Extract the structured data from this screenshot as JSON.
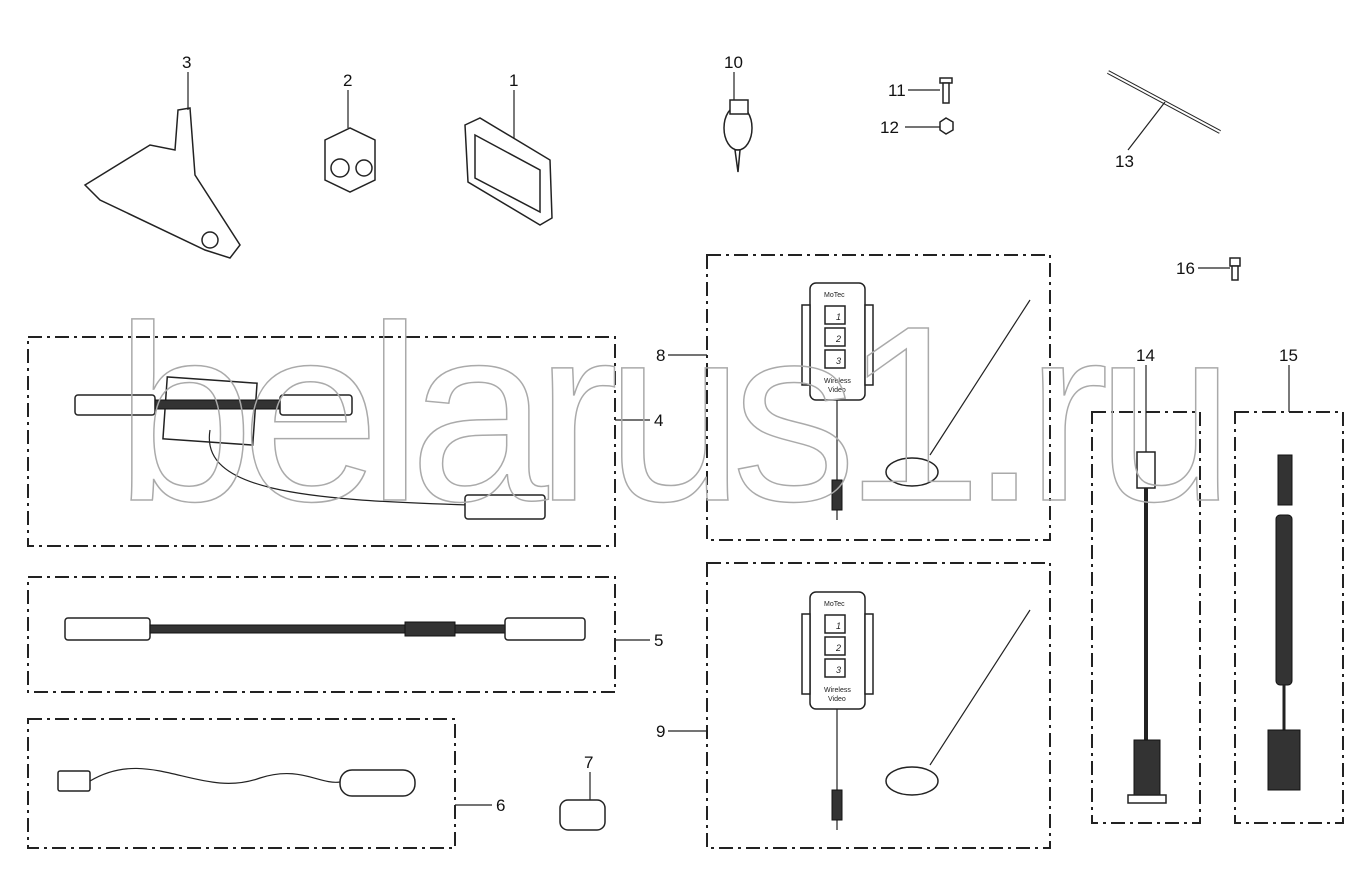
{
  "watermark": "belarus1.ru",
  "callouts": {
    "c1": "1",
    "c2": "2",
    "c3": "3",
    "c4": "4",
    "c5": "5",
    "c6": "6",
    "c7": "7",
    "c8": "8",
    "c9": "9",
    "c10": "10",
    "c11": "11",
    "c12": "12",
    "c13": "13",
    "c14": "14",
    "c15": "15",
    "c16": "16"
  },
  "wireless_box": {
    "brand": "MoTec",
    "buttons": [
      "1",
      "2",
      "3"
    ],
    "line1": "Wireless",
    "line2": "Video"
  }
}
